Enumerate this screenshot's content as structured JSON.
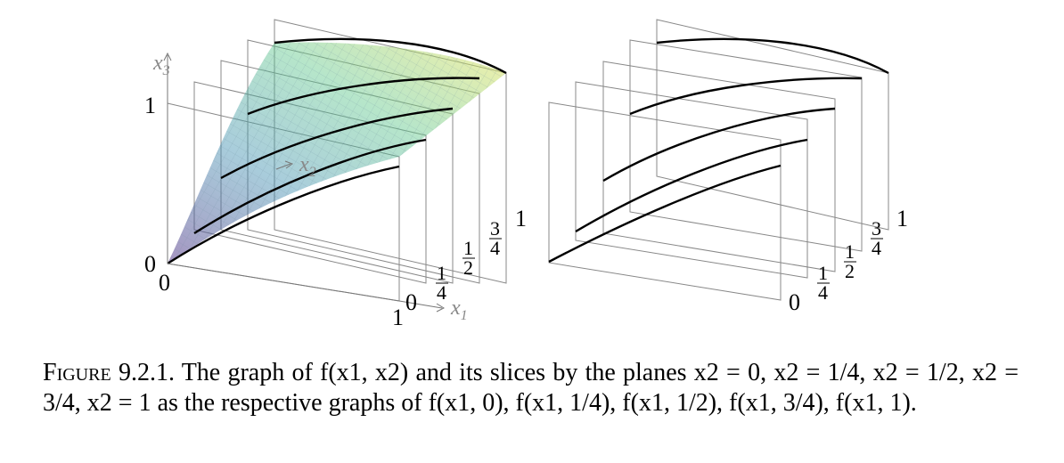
{
  "figure": {
    "left_plot": {
      "axis_x3": "x3",
      "axis_x2": "x2",
      "axis_x1": "x1",
      "x3_tick_1": "1",
      "x3_tick_0": "0",
      "x2_tick_0": "0",
      "x1_tick_1": "1",
      "slice_labels": [
        "0",
        "1/4",
        "1/2",
        "3/4",
        "1"
      ]
    },
    "right_plot": {
      "slice_labels": [
        "0",
        "1/4",
        "1/2",
        "3/4",
        "1"
      ]
    }
  },
  "caption": {
    "label": "Figure",
    "number": "9.2.1.",
    "text": "The graph of f(x1, x2) and its slices by the planes x2 = 0, x2 = 1/4, x2 = 1/2, x2 = 3/4, x2 = 1 as the respective graphs of f(x1, 0), f(x1, 1/4), f(x1, 1/2), f(x1, 3/4), f(x1, 1)."
  }
}
